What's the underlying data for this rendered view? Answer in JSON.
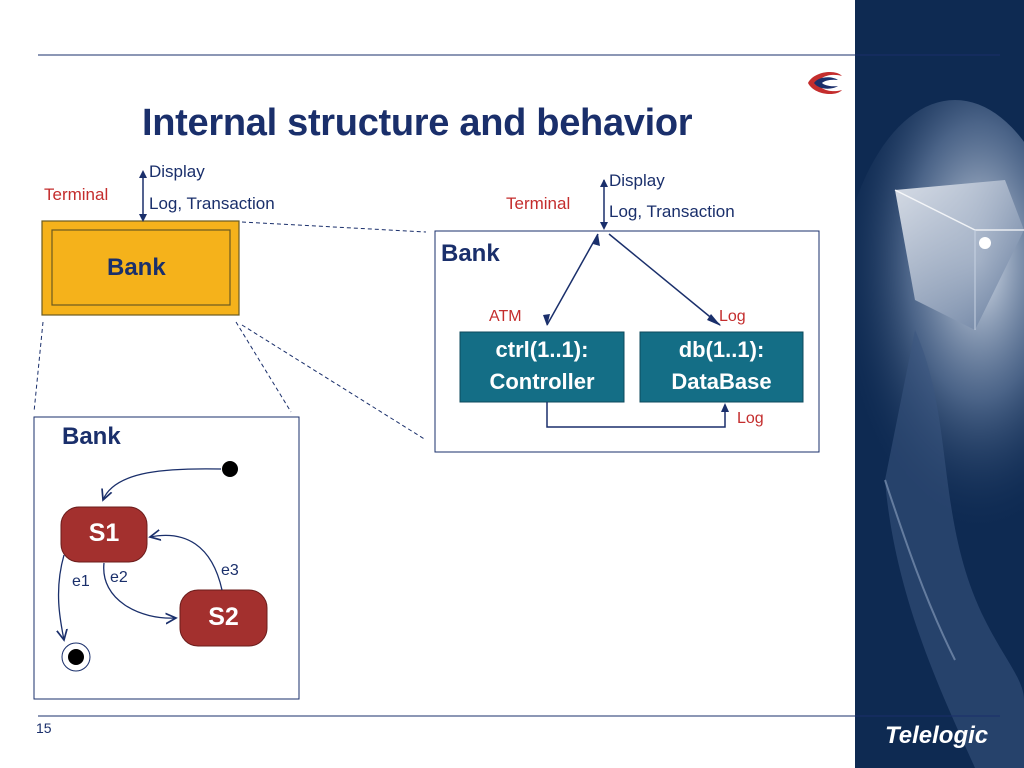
{
  "slide": {
    "title": "Internal structure and behavior",
    "page_number": "15",
    "brand": "Telelogic"
  },
  "left_top": {
    "display_label": "Display",
    "log_transaction_label": "Log, Transaction",
    "terminal_label": "Terminal",
    "bank_label": "Bank"
  },
  "right_top": {
    "display_label": "Display",
    "log_transaction_label": "Log, Transaction",
    "terminal_label": "Terminal",
    "bank_label": "Bank",
    "atm_label": "ATM",
    "log_label_top": "Log",
    "log_label_bottom": "Log",
    "ctrl_line1": "ctrl(1..1):",
    "ctrl_line2": "Controller",
    "db_line1": "db(1..1):",
    "db_line2": "DataBase"
  },
  "state_machine": {
    "bank_label": "Bank",
    "s1_label": "S1",
    "s2_label": "S2",
    "e1_label": "e1",
    "e2_label": "e2",
    "e3_label": "e3"
  },
  "colors": {
    "navy": "#1a2f6b",
    "red": "#c42d2d",
    "bank_fill": "#f5b21b",
    "part_fill": "#146e86",
    "state_fill": "#a3302e",
    "side_panel": "#0e2a52"
  },
  "icons": {
    "logo": "crescent-logo-icon",
    "side": "crystal-hand-image"
  }
}
